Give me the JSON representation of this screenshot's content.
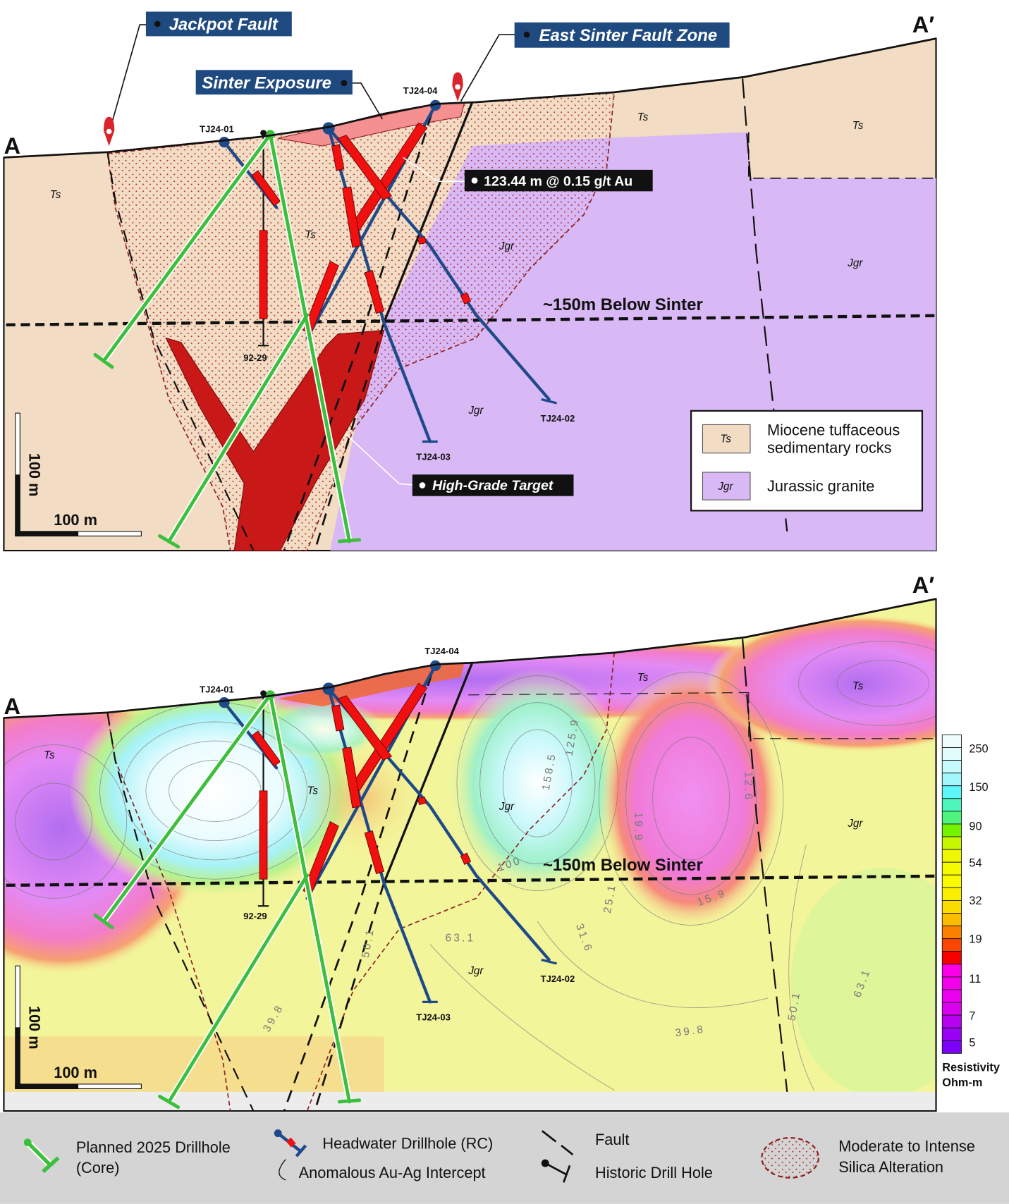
{
  "section": {
    "start_label": "A",
    "end_label": "A′"
  },
  "callouts": {
    "jackpot_fault": "Jackpot Fault",
    "sinter_exposure": "Sinter Exposure",
    "east_sinter_fault_zone": "East Sinter Fault Zone",
    "intercept": "123.44 m @ 0.15 g/t Au",
    "high_grade_target": "High-Grade Target",
    "below_sinter": "~150m Below Sinter"
  },
  "units": {
    "ts": "Ts",
    "jgr": "Jgr"
  },
  "holes": {
    "tj24_01": "TJ24-01",
    "tj24_02": "TJ24-02",
    "tj24_03": "TJ24-03",
    "tj24_04": "TJ24-04",
    "h92_29": "92-29"
  },
  "scale": {
    "vertical": "100 m",
    "horizontal": "100 m"
  },
  "geology_legend": [
    {
      "code": "Ts",
      "label_line1": "Miocene tuffaceous",
      "label_line2": "sedimentary rocks",
      "color": "#f2dcc3"
    },
    {
      "code": "Jgr",
      "label_line1": "Jurassic granite",
      "color": "#d8b8f5"
    }
  ],
  "contour_labels": [
    "39.8",
    "63.1",
    "31.6",
    "50.1",
    "158.5",
    "125.9",
    "100",
    "19.9",
    "15.9",
    "12.6",
    "25.1",
    "39.8",
    "63.1",
    "50.1"
  ],
  "colorbar": {
    "ticks": [
      "250",
      "150",
      "90",
      "54",
      "32",
      "19",
      "11",
      "7",
      "5"
    ],
    "title_line1": "Resistivity",
    "title_line2": "Ohm-m",
    "colors": [
      "#eefcfc",
      "#e2fbfb",
      "#c6fafa",
      "#9ff7fb",
      "#5ef6fb",
      "#4ef5bd",
      "#4ef47e",
      "#74f300",
      "#c4f700",
      "#eef700",
      "#f6fa00",
      "#fbfb00",
      "#fbef00",
      "#fbdc00",
      "#fbbc00",
      "#fb8000",
      "#fb4600",
      "#f90000",
      "#f900e6",
      "#f400ec",
      "#ec00f0",
      "#dc00f0",
      "#b800f0",
      "#9a00f6",
      "#7c00fb"
    ]
  },
  "legend": {
    "planned_line1": "Planned 2025 Drillhole",
    "planned_line2": "(Core)",
    "headwater": "Headwater Drillhole (RC)",
    "anomalous": "Anomalous Au-Ag Intercept",
    "fault": "Fault",
    "historic": "Historic Drill Hole",
    "silica_line1": "Moderate to Intense",
    "silica_line2": "Silica Alteration"
  },
  "colors": {
    "ts": "#f2dcc3",
    "jgr": "#d8b8f5",
    "planned": "#3cbf3c",
    "headwater": "#1f4a8a",
    "intercept": "#f01010",
    "callout_bg": "#1f4a80",
    "legend_bg": "#d4d4d4"
  }
}
